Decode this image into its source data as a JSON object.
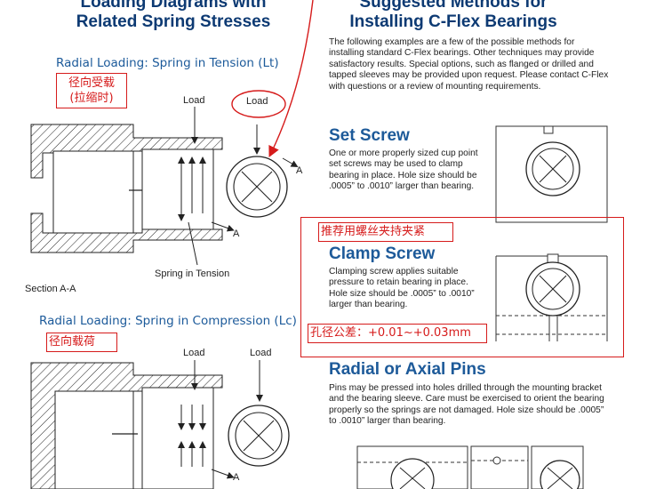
{
  "left": {
    "title_line1": "Loading Diagrams with",
    "title_line2": "Related Spring Stresses",
    "tension_heading": "Radial Loading: Spring in Tension (Lt)",
    "tension_anno_line1": "径向受载",
    "tension_anno_line2": "(拉缩时)",
    "load_label": "Load",
    "load_label_circled": "Load",
    "arrow_a": "A",
    "spring_tension": "Spring in Tension",
    "section": "Section A-A",
    "compression_heading": "Radial Loading: Spring in Compression (Lc)",
    "compression_anno": "径向载荷",
    "load_label_c1": "Load",
    "load_label_c2": "Load"
  },
  "right": {
    "title_line1": "Suggested Methods for",
    "title_line2": "Installing C-Flex Bearings",
    "intro": "The following examples are a few of the possible methods for installing standard C-Flex bearings. Other techniques may provide satisfactory results. Special options, such as flanged or drilled and tapped sleeves may be provided upon request. Please contact C-Flex with questions or a review of mounting requirements.",
    "set_screw": {
      "title": "Set Screw",
      "body": "One or more properly sized cup point set screws may be used to clamp bearing in place. Hole size should be .0005” to .0010” larger than bearing."
    },
    "clamp_anno": "推荐用螺丝夹持夹紧",
    "clamp_screw": {
      "title": "Clamp Screw",
      "body": "Clamping screw applies suitable pressure to retain bearing in place. Hole size should be .0005” to .0010” larger than bearing."
    },
    "tolerance_anno": "孔径公差：+0.01~+0.03mm",
    "pins": {
      "title": "Radial or Axial Pins",
      "body": "Pins may be pressed into holes drilled through the mounting bracket and the bearing sleeve. Care must be exercised to orient the bearing properly so the springs are not damaged. Hole size should be .0005” to .0010” larger than bearing."
    }
  },
  "colors": {
    "title_blue": "#0d3a73",
    "heading_blue": "#1d5a99",
    "annotation_red": "#d61b1b"
  }
}
